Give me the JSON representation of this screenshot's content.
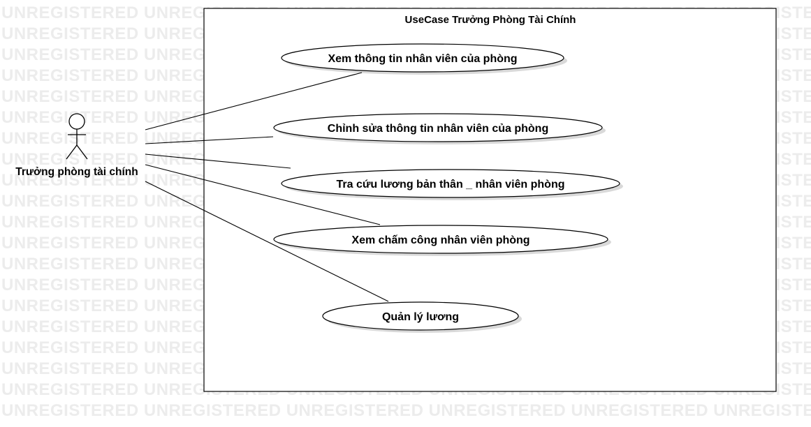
{
  "watermark": {
    "text": "UNREGISTERED UNREGISTERED UNREGISTERED UNREGISTERED UNREGISTERED UNREGISTERED"
  },
  "system": {
    "title": "UseCase Trưởng Phòng Tài Chính"
  },
  "actor": {
    "name": "Trưởng phòng tài chính"
  },
  "use_cases": [
    {
      "label": "Xem thông tin nhân viên của phòng"
    },
    {
      "label": "Chỉnh sửa thông tin nhân viên của phòng"
    },
    {
      "label": "Tra cứu lương bản thân _ nhân viên phòng"
    },
    {
      "label": "Xem  chấm công nhân viên phòng"
    },
    {
      "label": "Quản lý lương"
    }
  ]
}
